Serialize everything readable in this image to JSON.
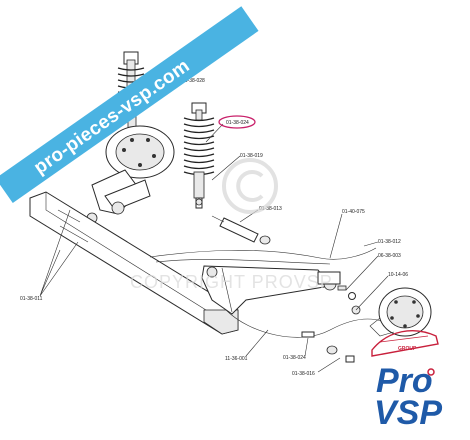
{
  "diagram": {
    "part_labels": [
      "01-38-028",
      "01-38-024",
      "01-38-019",
      "01-38-013",
      "01-40-075",
      "01-38-012",
      "06-38-003",
      "10-14-06",
      "01-38-011",
      "11-36-001",
      "01-38-024",
      "01-38-016"
    ],
    "highlight_color": "#c8206a",
    "accent_color": "#1f5aa8"
  },
  "watermark": {
    "banner_text": "pro-pieces-vsp.com",
    "banner_color": "#4ab3e2",
    "center_text": "COPYRIGHT PROVSP"
  },
  "logo": {
    "line1": "Pro",
    "line2": "VSP",
    "group": "GROUP",
    "brand_color": "#1f5aa8",
    "accent_color": "#c8203c"
  }
}
